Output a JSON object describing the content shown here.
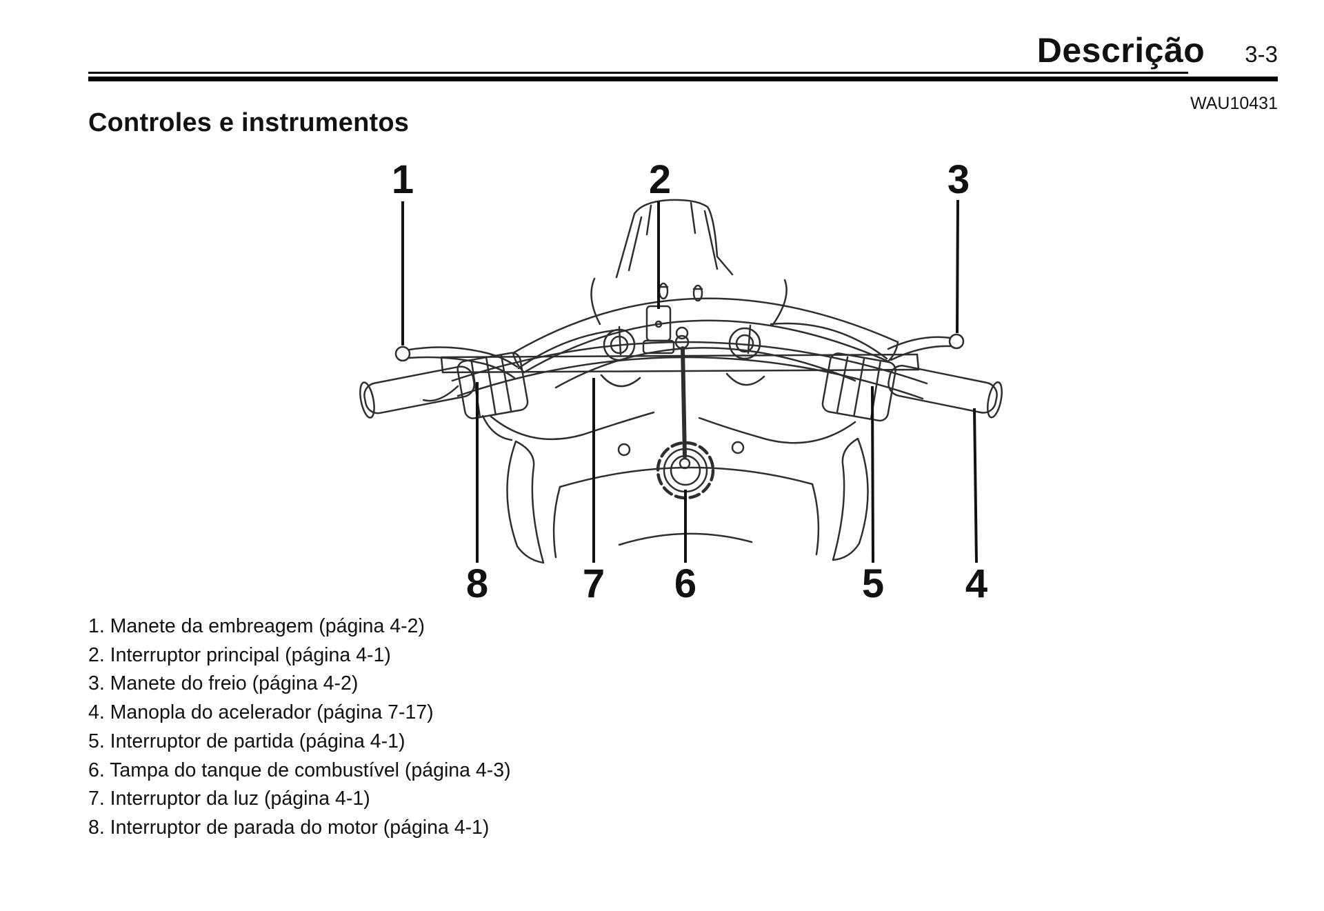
{
  "header": {
    "section_title": "Descrição",
    "page_number": "3-3",
    "doc_code": "WAU10431"
  },
  "heading": "Controles e instrumentos",
  "diagram": {
    "description": "top view of motorcycle handlebars with numbered callouts",
    "callouts_top": [
      "1",
      "2",
      "3"
    ],
    "callouts_bottom": [
      "8",
      "7",
      "6",
      "5",
      "4"
    ]
  },
  "legend": {
    "items": [
      "1. Manete da embreagem (página 4-2)",
      "2. Interruptor principal (página 4-1)",
      "3. Manete do freio (página 4-2)",
      "4. Manopla do acelerador (página 7-17)",
      "5. Interruptor de partida (página 4-1)",
      "6. Tampa do tanque de combustível (página 4-3)",
      "7. Interruptor da luz (página 4-1)",
      "8. Interruptor de parada do motor (página 4-1)"
    ]
  },
  "colors": {
    "text": "#111111",
    "line_art": "#2e2e2e",
    "rule": "#000000",
    "background": "#ffffff"
  }
}
